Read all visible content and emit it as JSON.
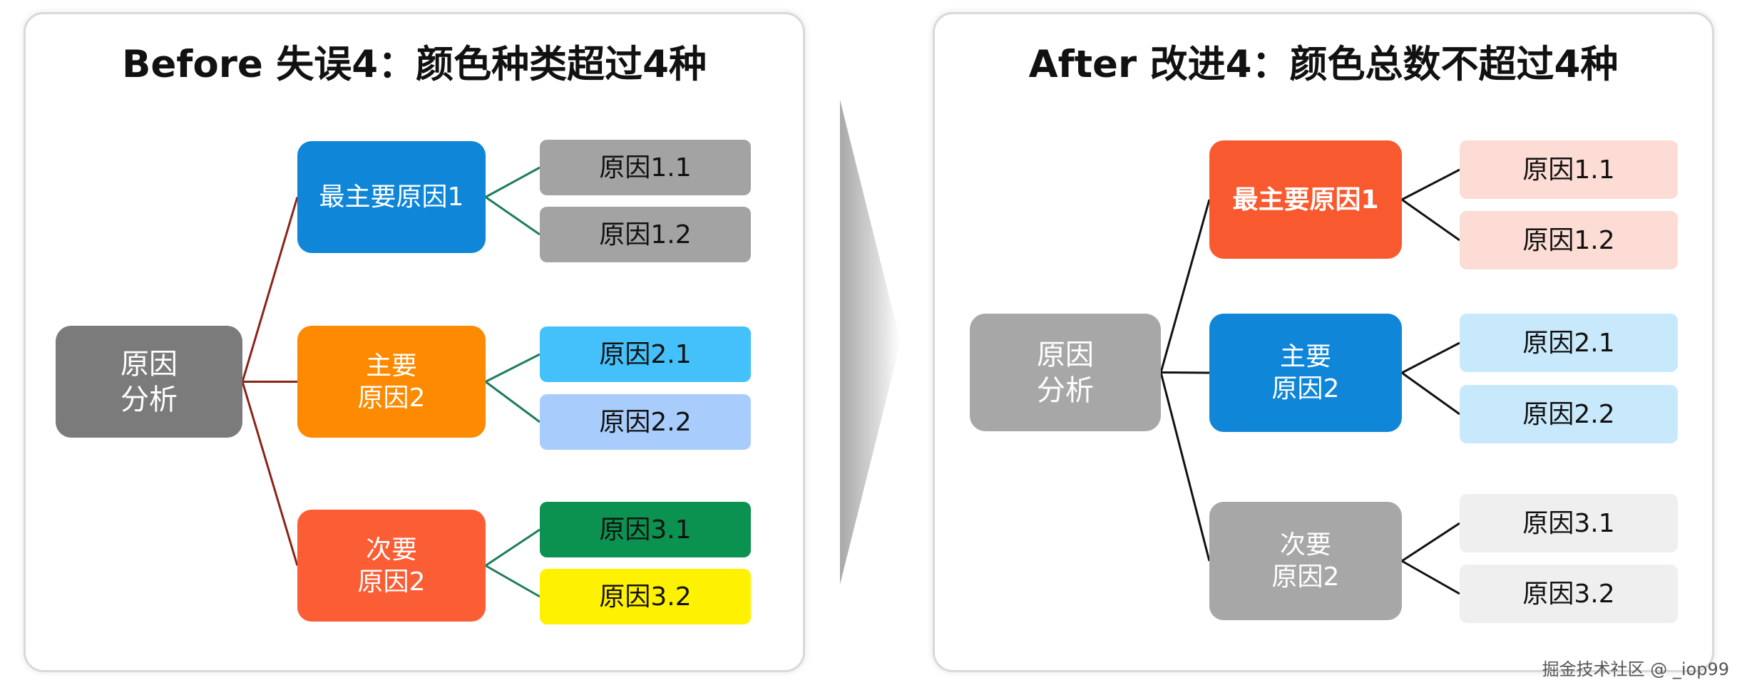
{
  "before": {
    "title": "Before 失误4：颜色种类超过4种",
    "line_color": "#8b2318",
    "leaf_line_color": "#1d7d5a",
    "root": {
      "label": "原因\n分析",
      "color": "#7b7b7b"
    },
    "groups": [
      {
        "label": "最主要原因1",
        "color": "#0f86d8",
        "children": [
          {
            "label": "原因1.1",
            "color": "#a3a3a3"
          },
          {
            "label": "原因1.2",
            "color": "#a3a3a3"
          }
        ]
      },
      {
        "label": "主要\n原因2",
        "color": "#fd8a00",
        "children": [
          {
            "label": "原因2.1",
            "color": "#44c1fa"
          },
          {
            "label": "原因2.2",
            "color": "#a8ccfb"
          }
        ]
      },
      {
        "label": "次要\n原因2",
        "color": "#fb5d34",
        "children": [
          {
            "label": "原因3.1",
            "color": "#0b9250"
          },
          {
            "label": "原因3.2",
            "color": "#fff200"
          }
        ]
      }
    ]
  },
  "after": {
    "title": "After 改进4：颜色总数不超过4种",
    "line_color": "#111111",
    "root": {
      "label": "原因\n分析",
      "color": "#a7a7a7"
    },
    "groups": [
      {
        "label": "最主要原因1",
        "color": "#f8592e",
        "children": [
          {
            "label": "原因1.1",
            "color": "#fcdcd4"
          },
          {
            "label": "原因1.2",
            "color": "#fcdcd4"
          }
        ]
      },
      {
        "label": "主要\n原因2",
        "color": "#0f86d8",
        "children": [
          {
            "label": "原因2.1",
            "color": "#c8e9fb"
          },
          {
            "label": "原因2.2",
            "color": "#c8e9fb"
          }
        ]
      },
      {
        "label": "次要\n原因2",
        "color": "#a7a7a7",
        "children": [
          {
            "label": "原因3.1",
            "color": "#efefef"
          },
          {
            "label": "原因3.2",
            "color": "#efefef"
          }
        ]
      }
    ]
  },
  "watermark": "掘金技术社区 @ _iop99"
}
